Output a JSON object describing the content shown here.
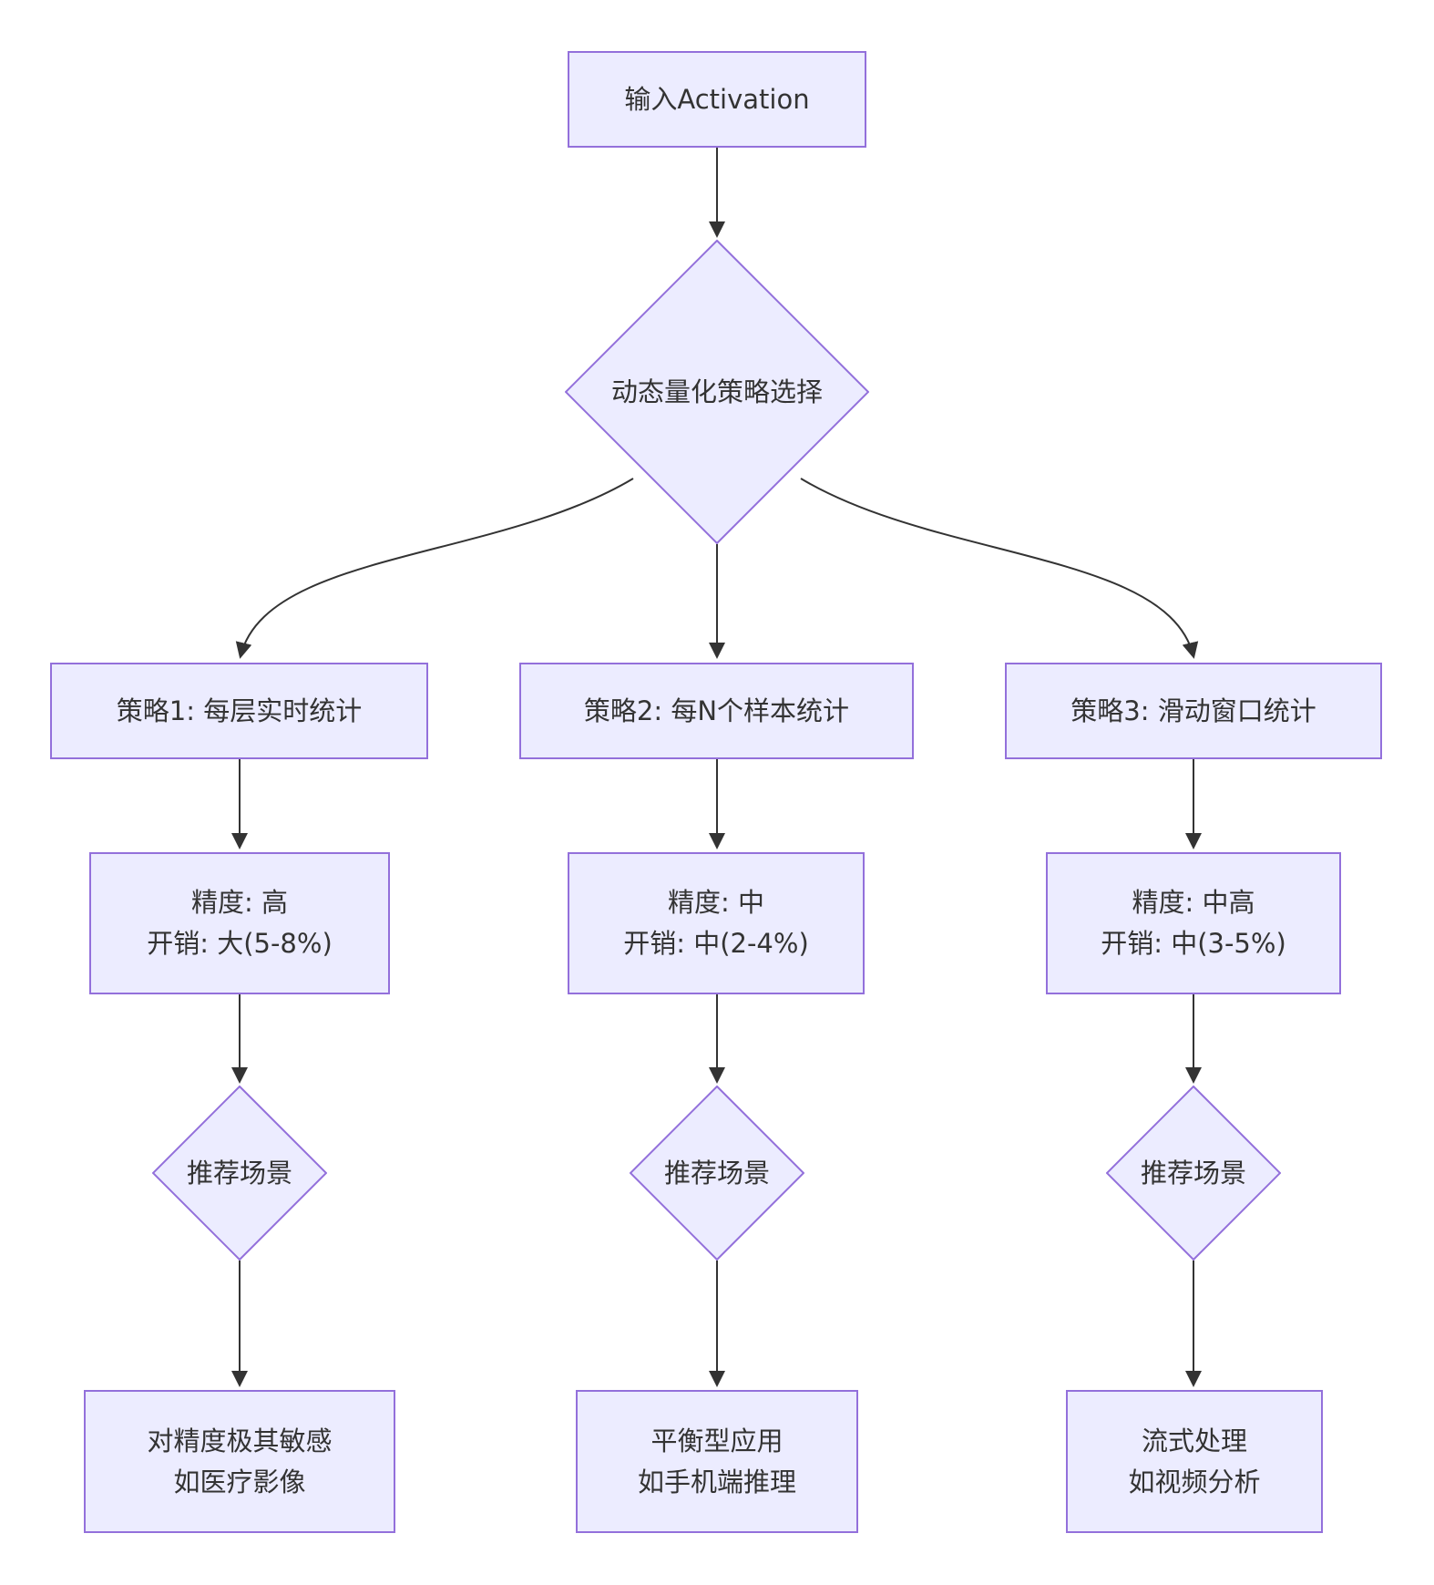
{
  "diagram": {
    "type": "flowchart",
    "colors": {
      "background": "#ffffff",
      "node_fill": "#ECECFF",
      "node_border": "#9370DB",
      "edge_color": "#333333",
      "text_color": "#333333"
    },
    "nodes": {
      "input": {
        "label": "输入Activation"
      },
      "decision": {
        "label": "动态量化策略选择"
      },
      "strategy1": {
        "label": "策略1: 每层实时统计"
      },
      "strategy2": {
        "label": "策略2: 每N个样本统计"
      },
      "strategy3": {
        "label": "策略3: 滑动窗口统计"
      },
      "tradeoff1": {
        "line1": "精度: 高",
        "line2": "开销: 大(5-8%)"
      },
      "tradeoff2": {
        "line1": "精度: 中",
        "line2": "开销: 中(2-4%)"
      },
      "tradeoff3": {
        "line1": "精度: 中高",
        "line2": "开销: 中(3-5%)"
      },
      "scene_decision1": {
        "label": "推荐场景"
      },
      "scene_decision2": {
        "label": "推荐场景"
      },
      "scene_decision3": {
        "label": "推荐场景"
      },
      "usecase1": {
        "line1": "对精度极其敏感",
        "line2": "如医疗影像"
      },
      "usecase2": {
        "line1": "平衡型应用",
        "line2": "如手机端推理"
      },
      "usecase3": {
        "line1": "流式处理",
        "line2": "如视频分析"
      }
    }
  }
}
